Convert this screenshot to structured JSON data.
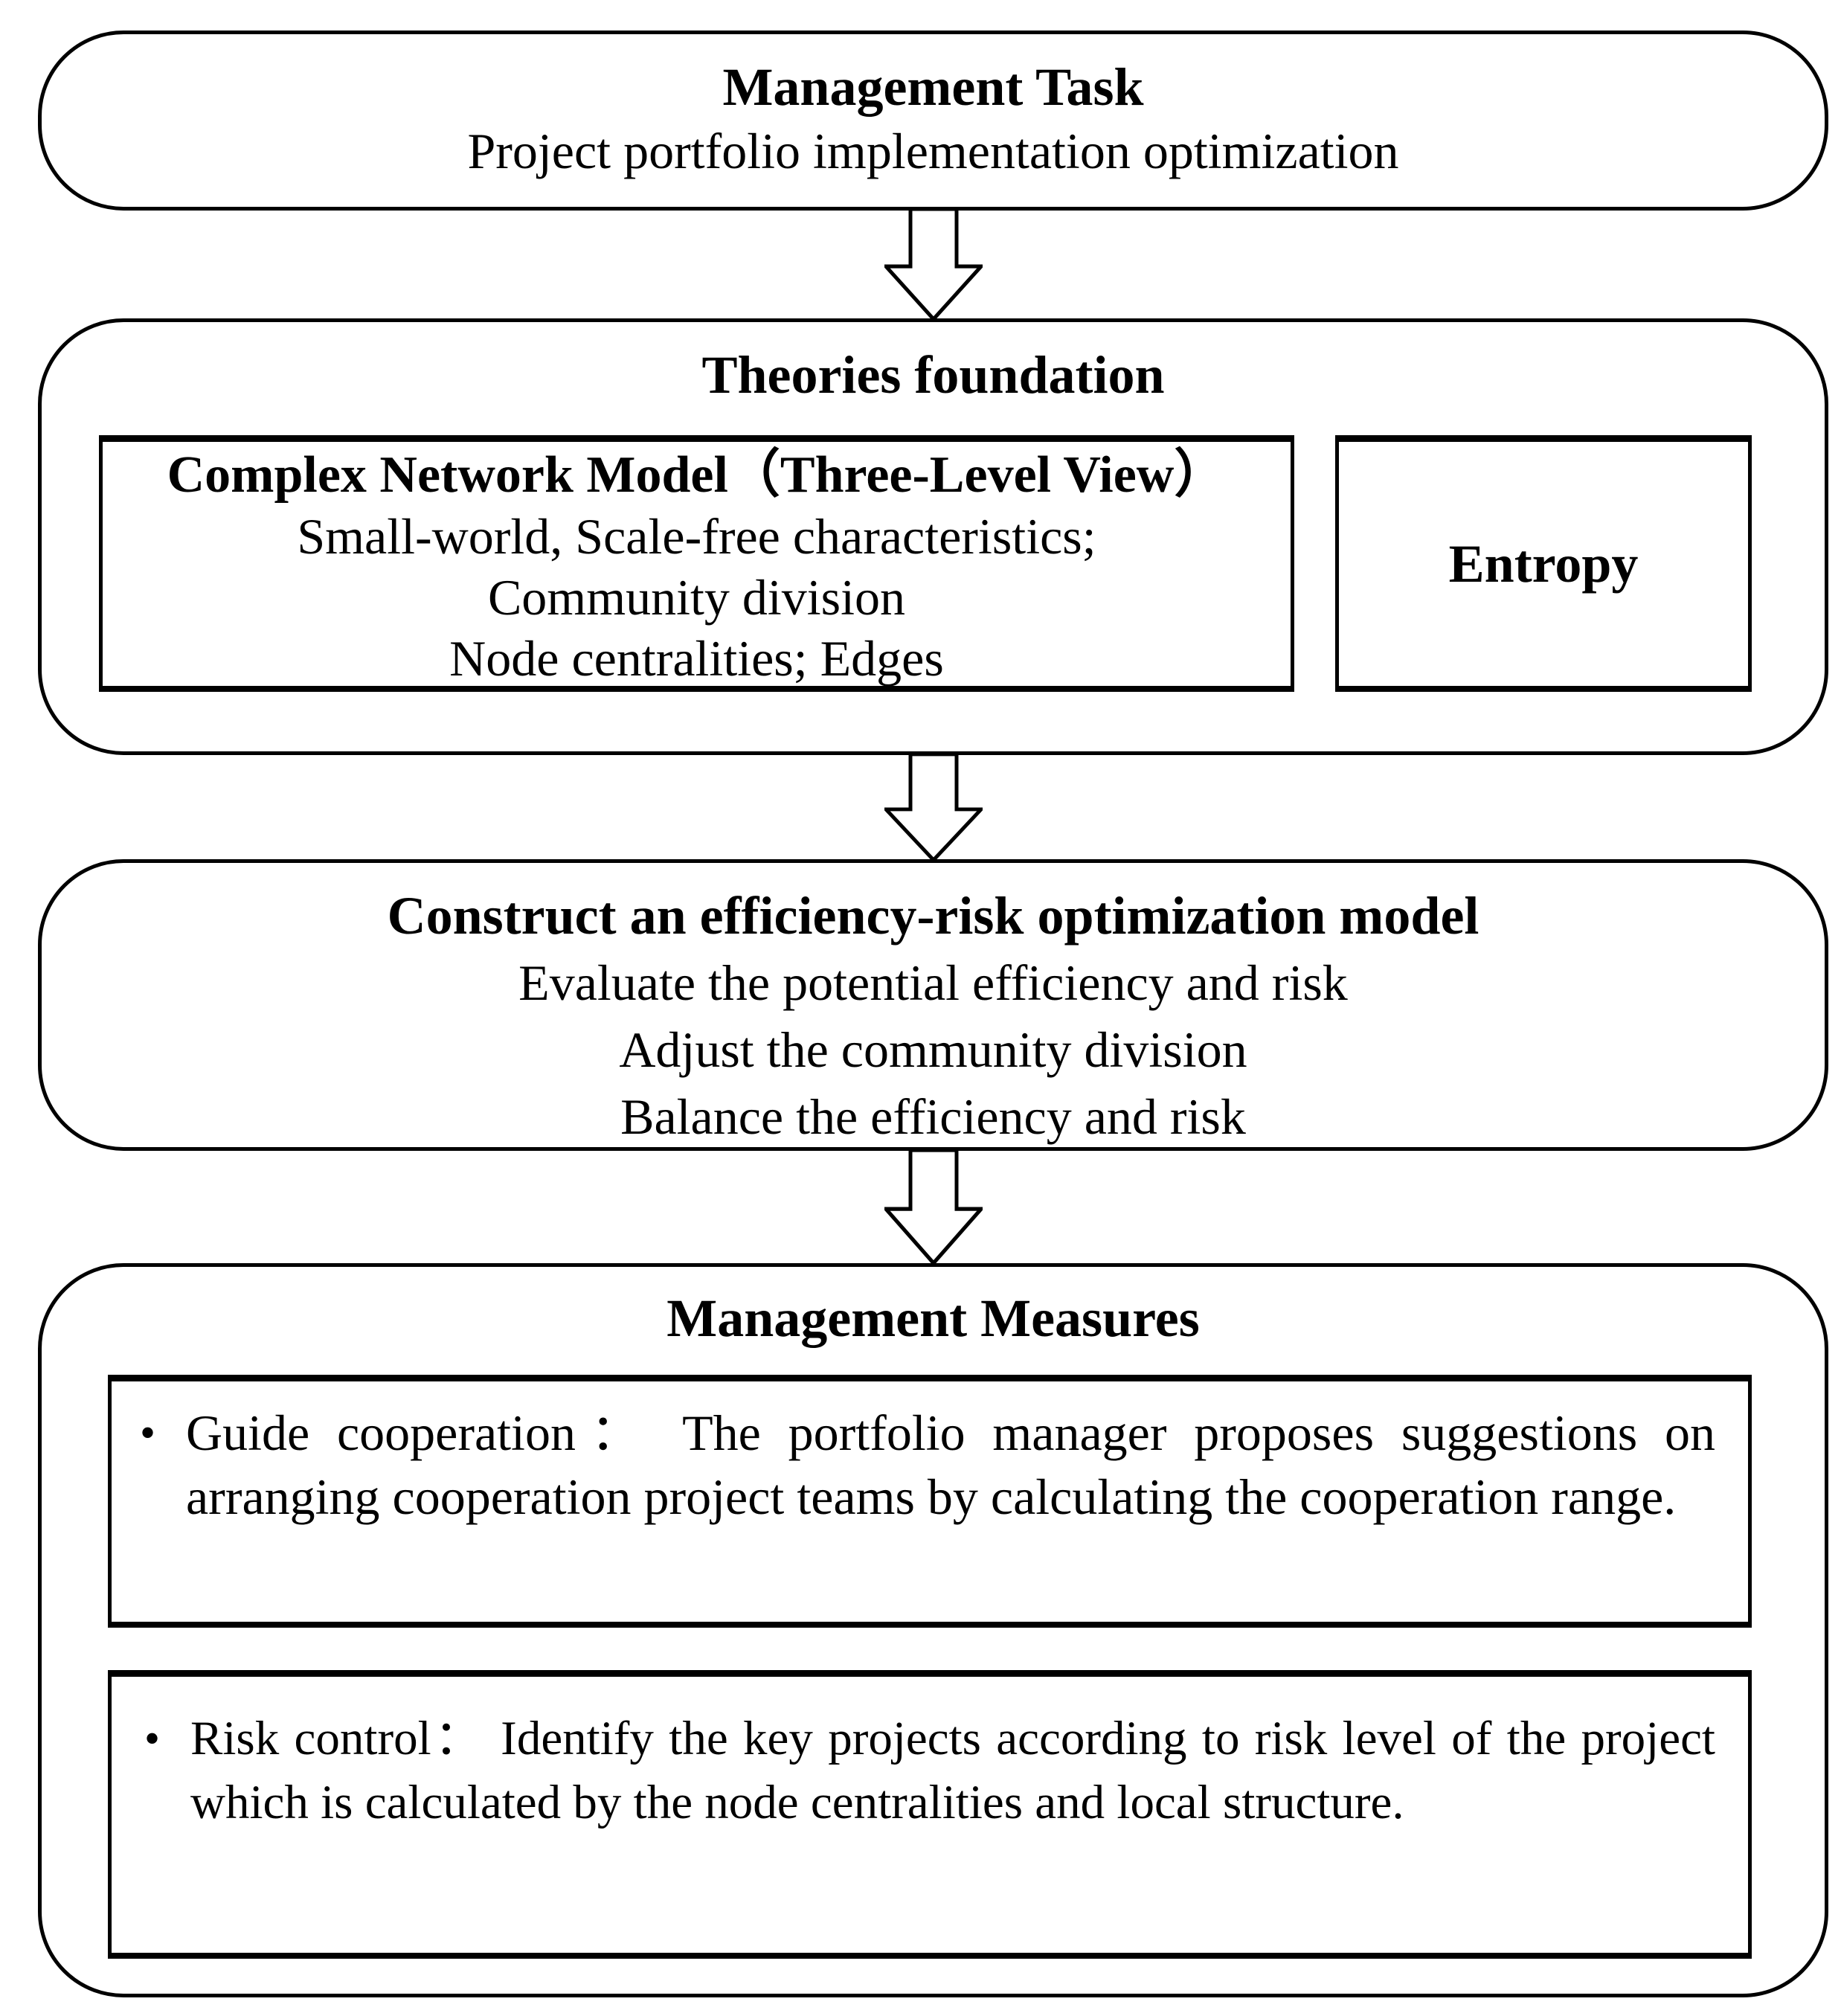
{
  "diagram": {
    "colors": {
      "border": "#000000",
      "background": "#ffffff",
      "text": "#000000"
    },
    "icons": {
      "flow_arrow": "hollow-down-arrow"
    },
    "management_task": {
      "title": "Management Task",
      "subtitle": "Project portfolio implementation optimization"
    },
    "theories_foundation": {
      "title": "Theories foundation",
      "complex_network": {
        "title": "Complex Network Model（Three-Level View）",
        "lines": [
          "Small-world, Scale-free characteristics;",
          "Community division",
          "Node centralities; Edges"
        ]
      },
      "entropy": {
        "label": "Entropy"
      }
    },
    "optimization_model": {
      "title": "Construct an efficiency-risk optimization model",
      "lines": [
        "Evaluate the potential efficiency and risk",
        "Adjust the community division",
        "Balance the efficiency and risk"
      ]
    },
    "management_measures": {
      "title": "Management Measures",
      "bullets": [
        {
          "marker": "•",
          "text": "Guide cooperation： The portfolio manager proposes suggestions on arranging cooperation project teams by calculating the cooperation range."
        },
        {
          "marker": "•",
          "text": "Risk control： Identify the key projects according to risk level of the project which is calculated by the node centralities and local structure."
        }
      ]
    }
  }
}
